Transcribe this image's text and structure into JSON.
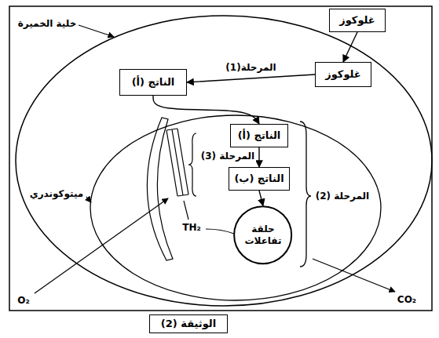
{
  "diagram": {
    "nodes": [
      {
        "text": [
          "غلوكوز"
        ]
      },
      {
        "text": [
          "غلوكوز"
        ]
      },
      {
        "text": [
          "الناتج (أ)"
        ]
      },
      {
        "text": [
          "الناتج (أ)"
        ]
      },
      {
        "text": [
          "الناتج (ب)"
        ]
      },
      {
        "text": [
          "حلقة تفاعلات"
        ]
      },
      {
        "text": [
          "الوثيقة (2)"
        ]
      }
    ],
    "edges": [
      {
        "from": 0,
        "to": 1,
        "arrow": "to"
      },
      {
        "from": 1,
        "to": 2,
        "label": "المرحلة(1)",
        "arrow": "to"
      },
      {
        "from": 2,
        "to": 3,
        "arrow": "to"
      },
      {
        "from": 3,
        "to": 4,
        "arrow": "to"
      },
      {
        "from": 4,
        "to": 5,
        "arrow": "to"
      }
    ],
    "labels": [
      "خلية الخميرة",
      "ميتوكوندري",
      "المرحلة (3)",
      "TH₂",
      "المرحلة (2)",
      "O₂",
      "CO₂"
    ]
  }
}
